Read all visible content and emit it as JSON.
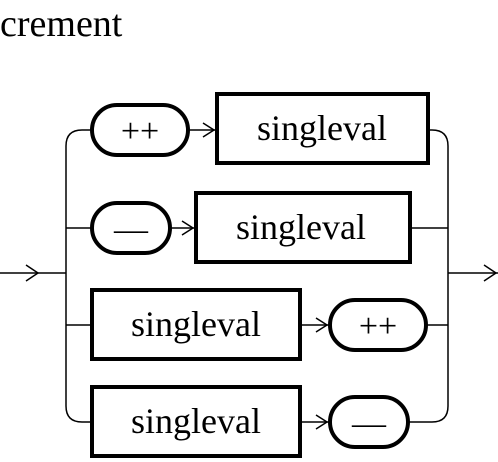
{
  "title": "crement",
  "alternatives": [
    {
      "first": "++",
      "second": "singleval"
    },
    {
      "first": "—",
      "second": "singleval"
    },
    {
      "first": "singleval",
      "second": "++"
    },
    {
      "first": "singleval",
      "second": "—"
    }
  ]
}
